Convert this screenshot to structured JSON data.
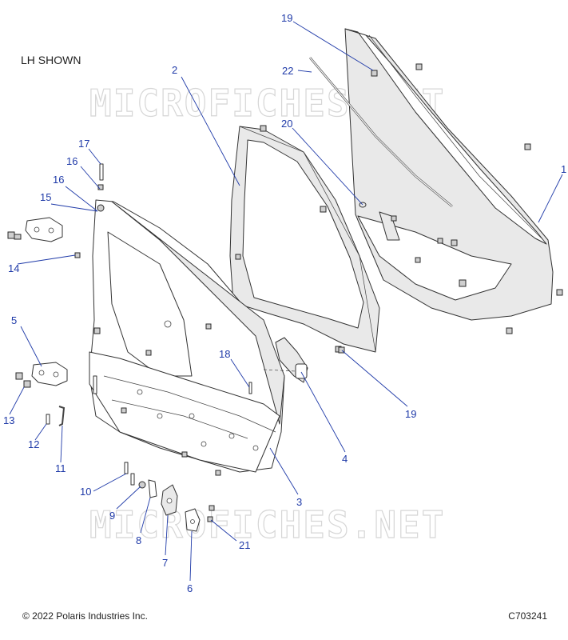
{
  "note": "LH SHOWN",
  "watermark": "MICROFICHES.NET",
  "footer": {
    "copyright": "© 2022 Polaris Industries Inc.",
    "figure_code": "C703241"
  },
  "callouts": [
    "1",
    "2",
    "3",
    "4",
    "5",
    "6",
    "7",
    "8",
    "9",
    "10",
    "11",
    "12",
    "13",
    "14",
    "15",
    "16",
    "17",
    "18",
    "19",
    "19",
    "20",
    "21",
    "22"
  ],
  "colors": {
    "callout": "#1f3aa8",
    "line_art": "#333333",
    "watermark": "#d6d6d6"
  }
}
